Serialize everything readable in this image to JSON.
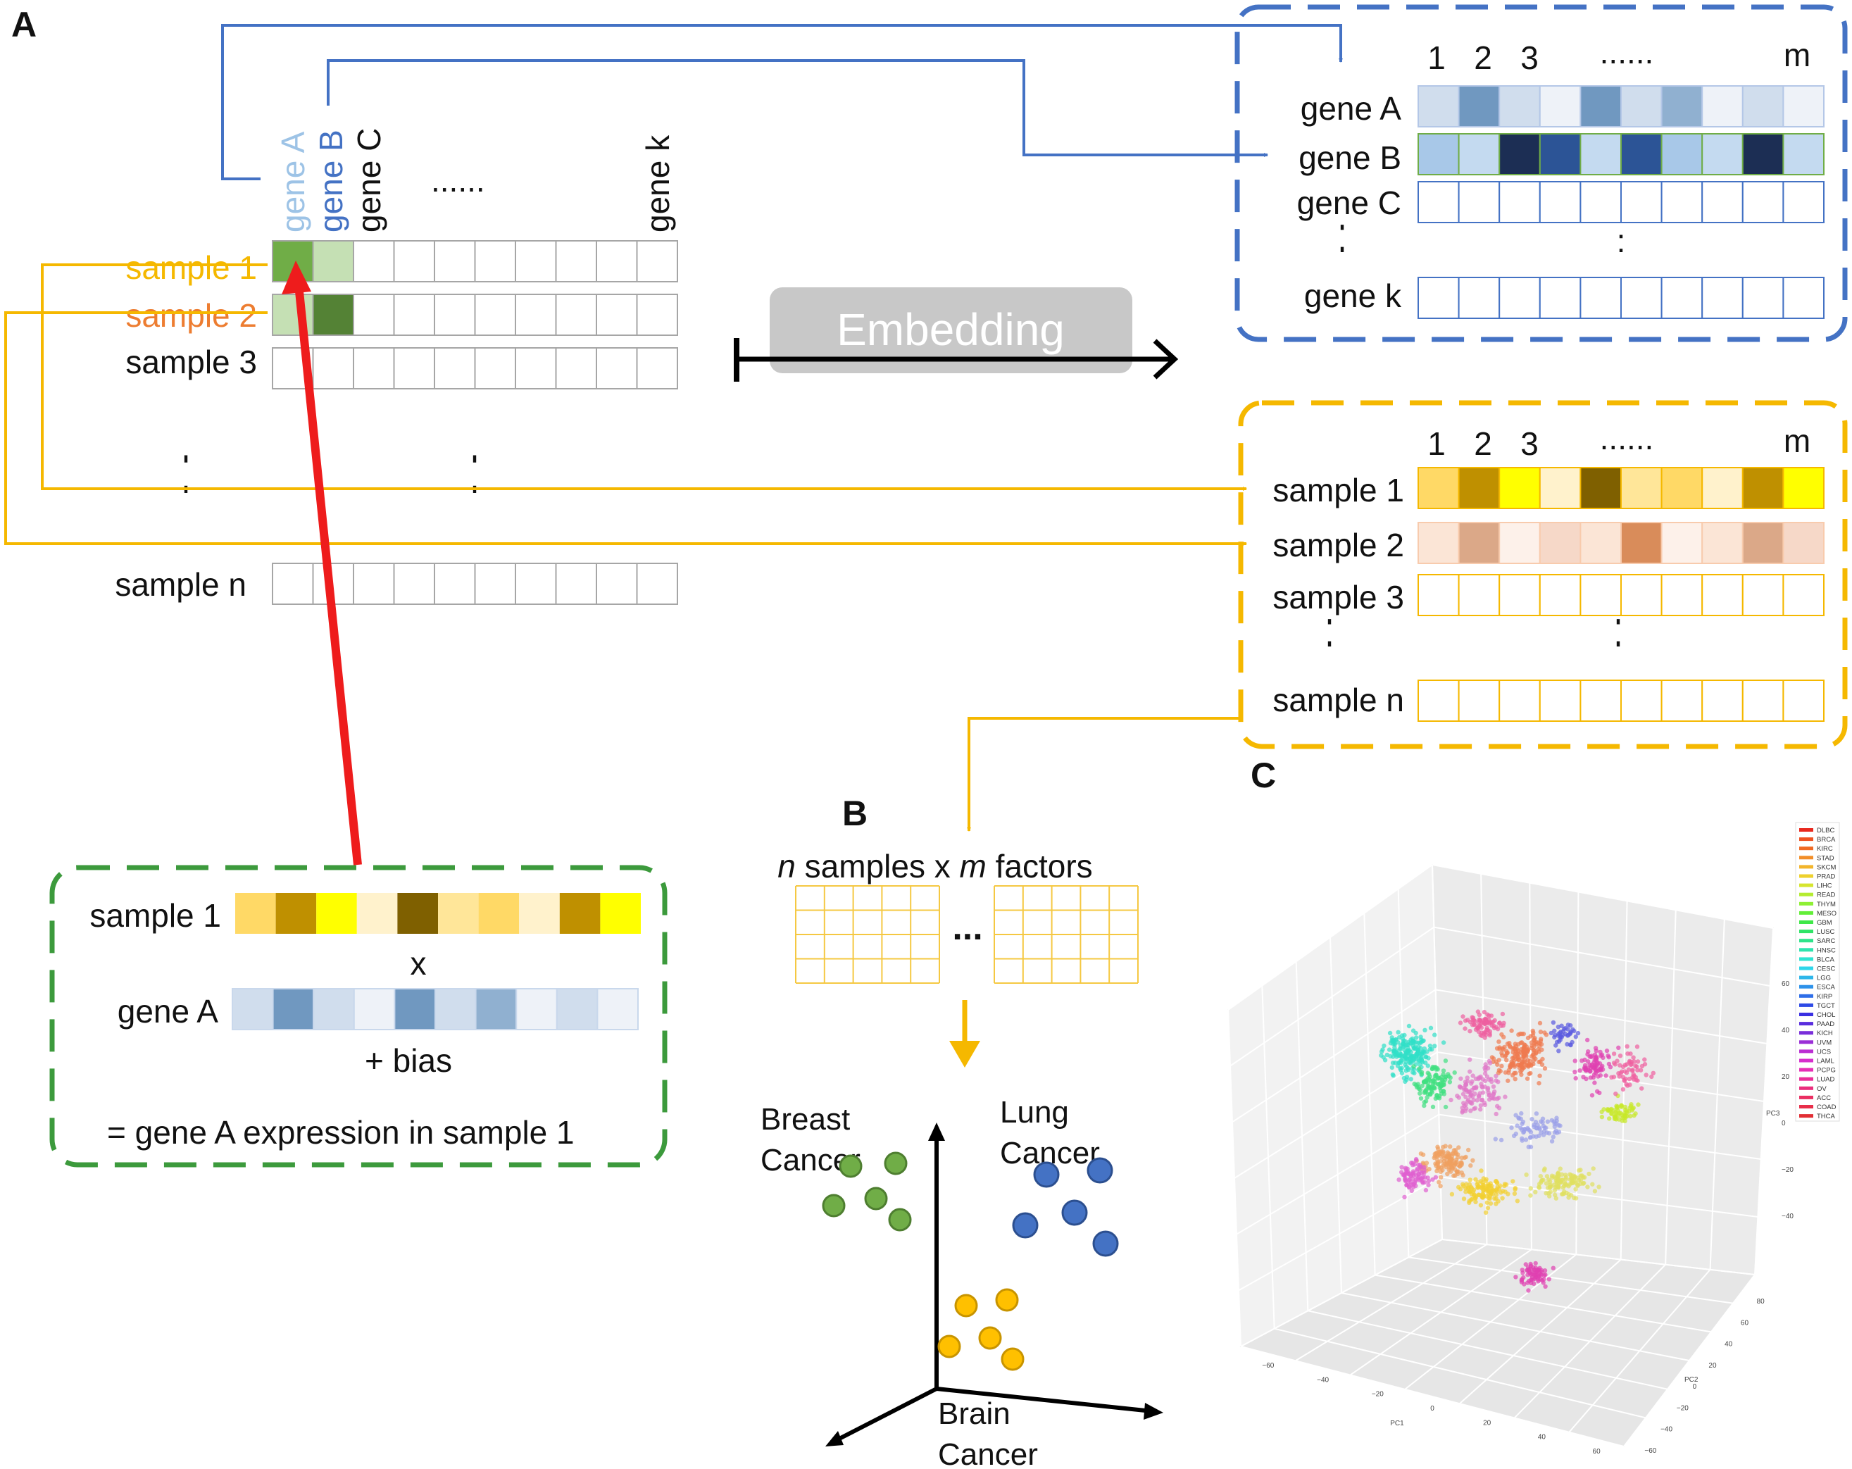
{
  "panels": {
    "a": "A",
    "b": "B",
    "c": "C"
  },
  "gene_headers": [
    "gene A",
    "gene B",
    "gene C",
    "......",
    "gene k"
  ],
  "sample_labels": [
    "sample 1",
    "sample 2",
    "sample 3",
    "sample n"
  ],
  "embedding_label": "Embedding",
  "factor_numbers": [
    "1",
    "2",
    "3",
    "......",
    "m"
  ],
  "gene_rows": [
    "gene A",
    "gene B",
    "gene C",
    "gene k"
  ],
  "factor_sample_rows": [
    "sample 1",
    "sample 2",
    "sample 3",
    "sample n"
  ],
  "vdots": ":",
  "formula": {
    "sample": "sample 1",
    "times": "x",
    "gene": "gene A",
    "bias": "+ bias",
    "result": "= gene A expression in sample 1"
  },
  "panel_b": {
    "title_n": "n",
    "title_mid": " samples x ",
    "title_m": "m",
    "title_end": " factors",
    "ellipsis": "...",
    "breast": [
      "Breast",
      "Cancer"
    ],
    "lung": [
      "Lung",
      "Cancer"
    ],
    "brain": [
      "Brain",
      "Cancer"
    ]
  },
  "panel_c": {
    "legend": [
      "DLBC",
      "BRCA",
      "KIRC",
      "STAD",
      "SKCM",
      "PRAD",
      "LIHC",
      "READ",
      "THYM",
      "MESO",
      "GBM",
      "LUSC",
      "SARC",
      "HNSC",
      "BLCA",
      "CESC",
      "LGG",
      "ESCA",
      "KIRP",
      "TGCT",
      "CHOL",
      "PAAD",
      "KICH",
      "UVM",
      "UCS",
      "LAML",
      "PCPG",
      "LUAD",
      "OV",
      "ACC",
      "COAD",
      "THCA"
    ],
    "legend_colors": [
      "#e8281e",
      "#ee5222",
      "#f06a24",
      "#f28e28",
      "#f2b52c",
      "#eed12e",
      "#d6e52e",
      "#b4ec30",
      "#8ef034",
      "#62ee38",
      "#3ee848",
      "#2ee466",
      "#2ee48a",
      "#2ee4ae",
      "#2ee4d2",
      "#2ed6ea",
      "#2eb6ea",
      "#2e92ea",
      "#2e6ee8",
      "#2e4ae6",
      "#3a30e2",
      "#5a2ede",
      "#7a2eda",
      "#9a2ed6",
      "#ba2ed2",
      "#d62ecc",
      "#e62eb6",
      "#ea2e9a",
      "#ea2e7e",
      "#ea2e62",
      "#e82e4a",
      "#e22e34"
    ],
    "z_ticks": [
      "60",
      "40",
      "20",
      "0",
      "−20",
      "−40"
    ],
    "z_label": "PC3",
    "x_ticks": [
      "−60",
      "−40",
      "−20",
      "0",
      "20",
      "40",
      "60"
    ],
    "x_label": "PC1",
    "y_ticks": [
      "80",
      "60",
      "40",
      "20",
      "0",
      "−20",
      "−40",
      "−60"
    ],
    "y_label": "PC2"
  }
}
